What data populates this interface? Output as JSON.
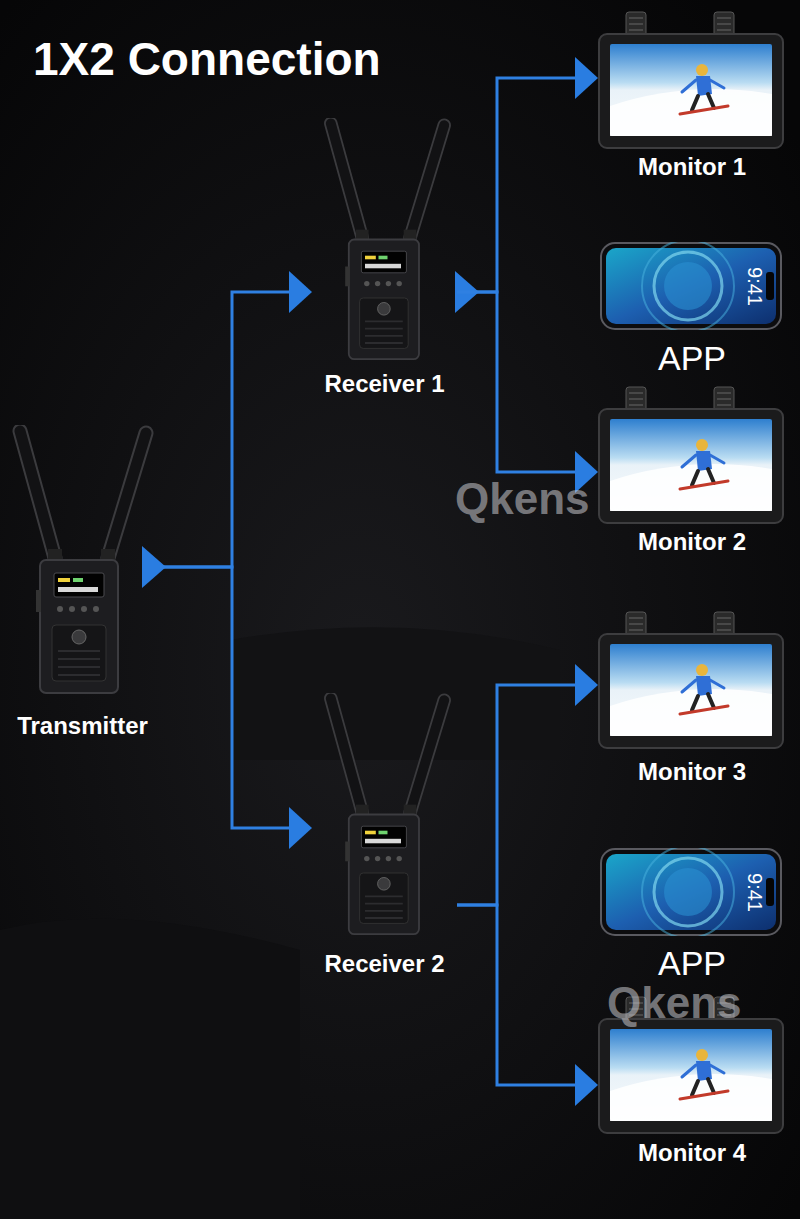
{
  "diagram": {
    "title": "1X2 Connection",
    "nodes": [
      {
        "text": [
          "Transmitter"
        ]
      },
      {
        "text": [
          "Receiver 1"
        ]
      },
      {
        "text": [
          "Receiver 2"
        ]
      },
      {
        "text": [
          "Monitor 1"
        ]
      },
      {
        "text": [
          "APP"
        ]
      },
      {
        "text": [
          "Monitor 2"
        ]
      },
      {
        "text": [
          "Monitor 3"
        ]
      },
      {
        "text": [
          "APP"
        ]
      },
      {
        "text": [
          "Monitor 4"
        ]
      }
    ],
    "edges": [
      {
        "from": 0,
        "to": 1,
        "arrow": "to"
      },
      {
        "from": 0,
        "to": 2,
        "arrow": "to"
      },
      {
        "from": 1,
        "to": 3,
        "arrow": "to"
      },
      {
        "from": 1,
        "to": 5,
        "arrow": "to"
      },
      {
        "from": 2,
        "to": 6,
        "arrow": "to"
      },
      {
        "from": 2,
        "to": 8,
        "arrow": "to"
      }
    ],
    "labels": [
      "9:41",
      "Qkens",
      "9:41",
      "Qkens"
    ]
  }
}
